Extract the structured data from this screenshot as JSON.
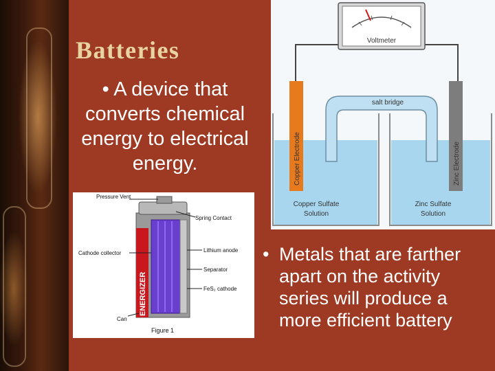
{
  "slide": {
    "title": "Batteries",
    "bullet1": "A device that converts chemical energy to electrical energy.",
    "bullet2": "Metals that are farther apart on the activity series will produce a more efficient battery",
    "bullet_symbol": "•"
  },
  "cell_diagram": {
    "voltmeter": "Voltmeter",
    "salt_bridge": "salt bridge",
    "copper_electrode": "Copper Electrode",
    "zinc_electrode": "Zinc Electrode",
    "copper_solution": [
      "Copper Sulfate",
      "Solution"
    ],
    "zinc_solution": [
      "Zinc Sulfate",
      "Solution"
    ]
  },
  "battery_diagram": {
    "pressure_vent": "Pressure Vent",
    "spring_contact": "Spring Contact",
    "cathode_collector": "Cathode collector",
    "lithium_anode": "Lithium anode",
    "separator": "Separator",
    "fes2_cathode": "FeS₂ cathode",
    "can": "Can",
    "figure_caption": "Figure 1",
    "brand": "ENERGIZER"
  },
  "colors": {
    "background": "#9e3a24",
    "title": "#e8d4a0",
    "copper_electrode": "#e87a1e",
    "zinc_electrode": "#7d7d7d",
    "solution": "#a8d6ee",
    "anode_purple": "#6a3fd0"
  }
}
